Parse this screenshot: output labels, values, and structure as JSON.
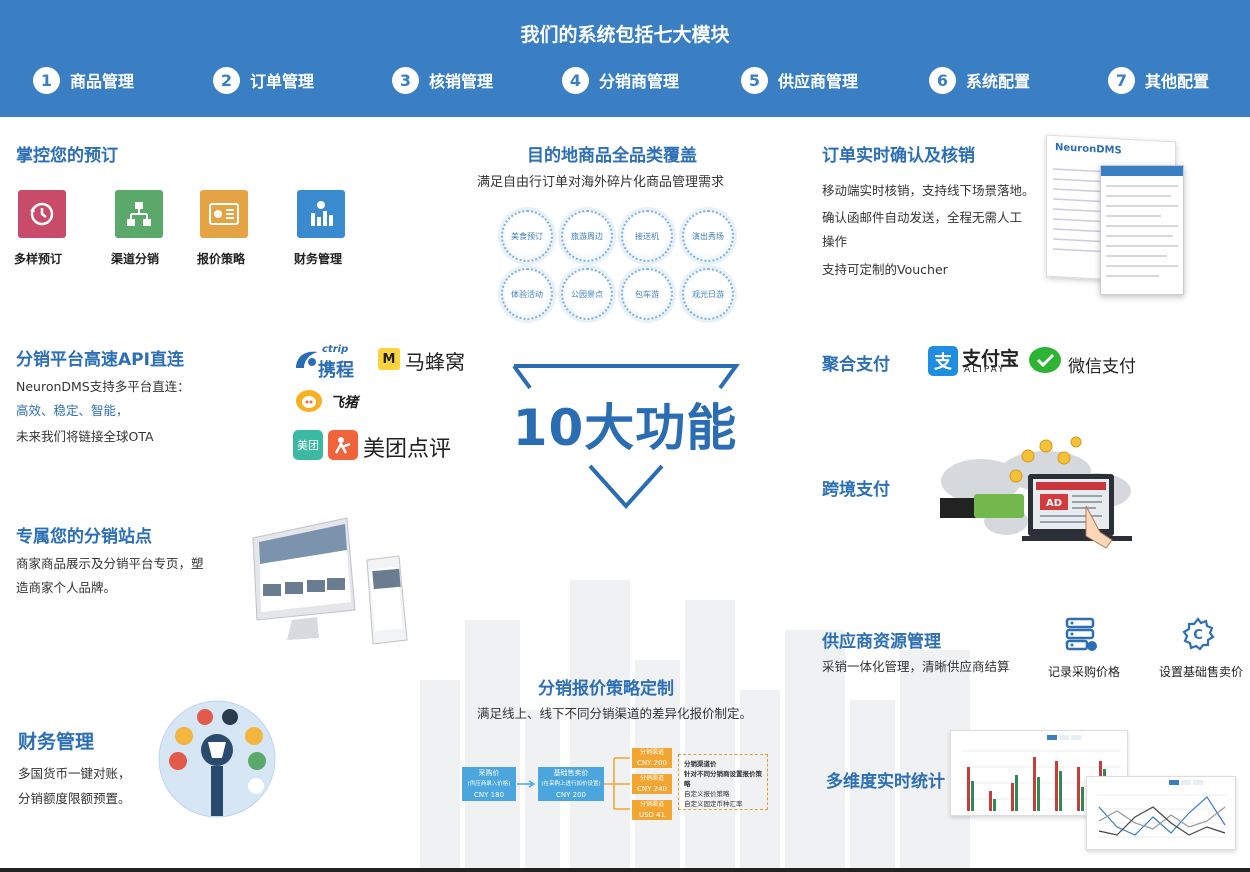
{
  "header": {
    "title": "我们的系统包括七大模块",
    "modules": [
      {
        "num": "1",
        "label": "商品管理"
      },
      {
        "num": "2",
        "label": "订单管理"
      },
      {
        "num": "3",
        "label": "核销管理"
      },
      {
        "num": "4",
        "label": "分销商管理"
      },
      {
        "num": "5",
        "label": "供应商管理"
      },
      {
        "num": "6",
        "label": "系统配置"
      },
      {
        "num": "7",
        "label": "其他配置"
      }
    ]
  },
  "booking": {
    "title": "掌控您的预订",
    "items": [
      {
        "label": "多样预订",
        "icon": "clock-refresh-icon",
        "color": "#c94b6a"
      },
      {
        "label": "渠道分销",
        "icon": "hierarchy-icon",
        "color": "#5aa86a"
      },
      {
        "label": "报价策略",
        "icon": "pricing-card-icon",
        "color": "#e4a443"
      },
      {
        "label": "财务管理",
        "icon": "bar-chart-icon",
        "color": "#3a8ad0"
      }
    ]
  },
  "catalog": {
    "title": "目的地商品全品类覆盖",
    "subtitle": "满足自由行订单对海外碎片化商品管理需求",
    "bubbles": [
      "美食预订",
      "旅游周边",
      "接送机",
      "演出秀场",
      "体验活动",
      "公园景点",
      "包车游",
      "观光日游"
    ]
  },
  "orders": {
    "title": "订单实时确认及核销",
    "lines": [
      "移动端实时核销，支持线下场景落地。",
      "确认函邮件自动发送，全程无需人工",
      "操作",
      "支持可定制的Voucher"
    ],
    "screenshot_brand": "NeuronDMS"
  },
  "api": {
    "title": "分销平台高速API直连",
    "lines": [
      "NeuronDMS支持多平台直连：",
      "高效、稳定、智能，",
      "未来我们将链接全球OTA"
    ],
    "logos": {
      "ctrip_en": "ctrip",
      "ctrip_cn": "携程",
      "mafengwo": "马蜂窝",
      "feizhu": "飞猪",
      "meituan_badge": "美团",
      "meituan": "美团点评"
    }
  },
  "center": {
    "headline": "10大功能"
  },
  "payment": {
    "title": "聚合支付",
    "alipay_cn": "支付宝",
    "alipay_en": "ALIPAY",
    "wechat": "微信支付"
  },
  "crossborder": {
    "title": "跨境支付",
    "ad": "AD"
  },
  "site": {
    "title": "专属您的分销站点",
    "lines": [
      "商家商品展示及分销平台专页，塑",
      "造商家个人品牌。"
    ]
  },
  "supplier": {
    "title": "供应商资源管理",
    "line": "采销一体化管理，清晰供应商结算",
    "icons": [
      {
        "label": "记录采购价格",
        "icon": "server-stack-icon"
      },
      {
        "label": "设置基础售卖价",
        "icon": "gear-c-icon"
      }
    ]
  },
  "pricing": {
    "title": "分销报价策略定制",
    "subtitle": "满足线上、线下不同分销渠道的差异化报价制定。",
    "purchase": {
      "title": "采购价",
      "sub": "(供应商录入价格)",
      "value": "CNY 180"
    },
    "base": {
      "title": "基础售卖价",
      "sub": "(在采购上进行加价设置)",
      "value": "CNY 200"
    },
    "channels": [
      {
        "title": "分销渠道",
        "value": "CNY 200"
      },
      {
        "title": "分销渠道",
        "value": "CNY 240"
      },
      {
        "title": "分销渠道",
        "value": "USD 41"
      }
    ],
    "note": [
      "分销渠道价",
      "针对不同分销商设置报价策略",
      "自定义报价策略",
      "自定义固定币种汇率"
    ]
  },
  "finance": {
    "title": "财务管理",
    "lines": [
      "多国货币一键对账，",
      "分销额度限额预置。"
    ]
  },
  "stats": {
    "title": "多维度实时统计"
  },
  "colors": {
    "brand_blue": "#3a7fc4",
    "title_blue": "#2c6fb5",
    "orange": "#f3a531",
    "light_blue": "#4aa6dc"
  }
}
